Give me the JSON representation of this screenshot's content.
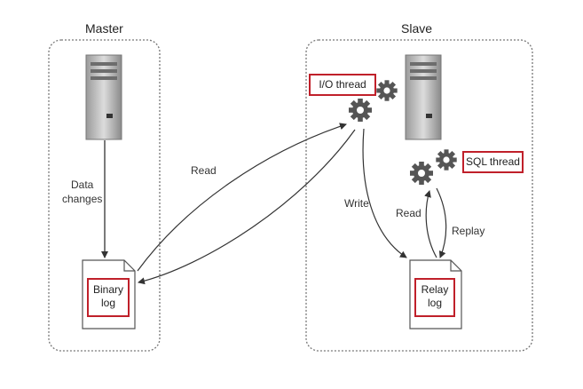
{
  "master": {
    "title": "Master",
    "data_changes_line1": "Data",
    "data_changes_line2": "changes",
    "binary_log_line1": "Binary",
    "binary_log_line2": "log"
  },
  "slave": {
    "title": "Slave",
    "io_thread": "I/O thread",
    "sql_thread": "SQL thread",
    "relay_log_line1": "Relay",
    "relay_log_line2": "log",
    "write": "Write",
    "read": "Read",
    "replay": "Replay"
  },
  "arrows": {
    "read": "Read"
  },
  "colors": {
    "highlight": "#c0202a",
    "stroke": "#333333"
  }
}
